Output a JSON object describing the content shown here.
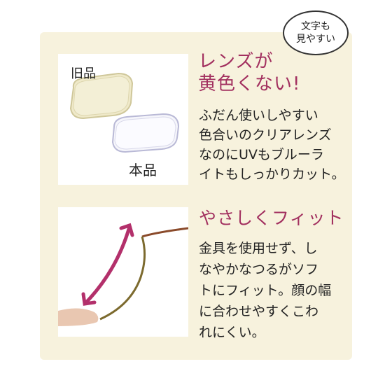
{
  "bubble": {
    "line1": "文字も",
    "line2": "見やすい"
  },
  "lens_section": {
    "label_old": "旧品",
    "label_new": "本品",
    "heading_line1": "レンズが",
    "heading_line2": "黄色くない!",
    "body_lines": [
      "ふだん使いしやすい",
      "色合いのクリアレンズ",
      "なのにUVもブルーラ",
      "イトもしっかりカット。"
    ]
  },
  "fit_section": {
    "heading": "やさしくフィット",
    "body_lines": [
      "金具を使用せず、し",
      "なやかなつるがソフ",
      "トにフィット。顔の幅",
      "に合わせやすくこわ",
      "れにくい。"
    ]
  },
  "colors": {
    "heading": "#a2305f",
    "panel_bg": "#f7f2dd",
    "arrow": "#b3306b"
  }
}
